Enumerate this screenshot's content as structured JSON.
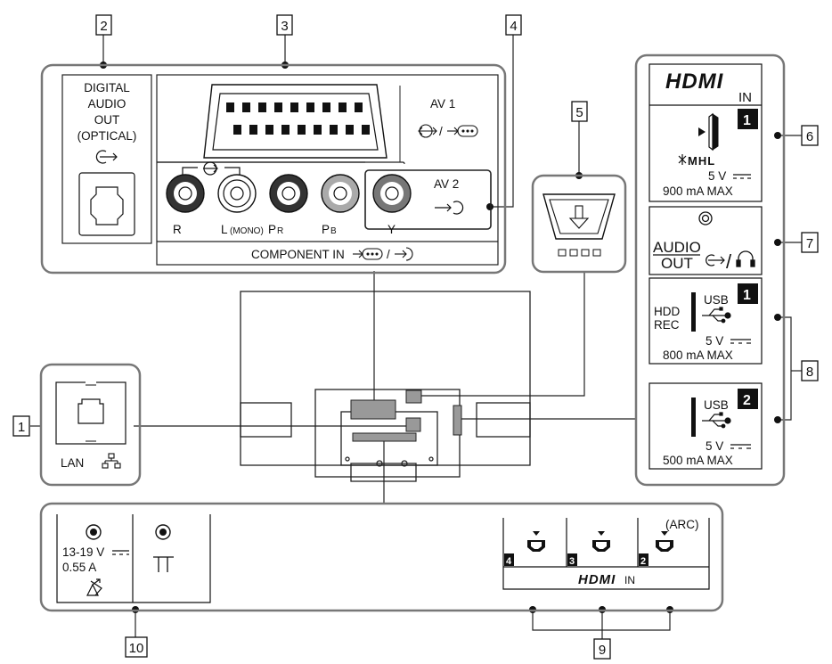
{
  "callouts": {
    "c1": "1",
    "c2": "2",
    "c3": "3",
    "c4": "4",
    "c5": "5",
    "c6": "6",
    "c7": "7",
    "c8": "8",
    "c9": "9",
    "c10": "10"
  },
  "optical": {
    "line1": "DIGITAL",
    "line2": "AUDIO",
    "line3": "OUT",
    "line4": "(OPTICAL)"
  },
  "av1": {
    "label": "AV 1",
    "io": "/"
  },
  "av2": {
    "label": "AV 2"
  },
  "rca": {
    "r": "R",
    "l": "L",
    "l_sub": "(MONO)",
    "pr": "P",
    "pr_sub": "R",
    "pb": "P",
    "pb_sub": "B",
    "y": "Y"
  },
  "component_in": {
    "label": "COMPONENT IN",
    "sep": "/"
  },
  "lan": {
    "label": "LAN"
  },
  "hdmi_panel": {
    "logo": "HDMI",
    "in": "IN",
    "port_badge": "1",
    "mhl": "MHL",
    "volt": "5 V",
    "current": "900 mA MAX"
  },
  "audio_out": {
    "line1": "AUDIO",
    "line2": "OUT",
    "sep": "/"
  },
  "usb1": {
    "hdd": "HDD",
    "rec": "REC",
    "label": "USB",
    "badge": "1",
    "volt": "5 V",
    "current": "800 mA MAX"
  },
  "usb2": {
    "label": "USB",
    "badge": "2",
    "volt": "5 V",
    "current": "500 mA MAX"
  },
  "bottom": {
    "sat_volt": "13-19 V",
    "sat_amp": "0.55 A",
    "hdmi_badges": [
      "4",
      "3",
      "2"
    ],
    "arc": "(ARC)",
    "hdmi_logo": "HDMI",
    "hdmi_in": "IN"
  }
}
